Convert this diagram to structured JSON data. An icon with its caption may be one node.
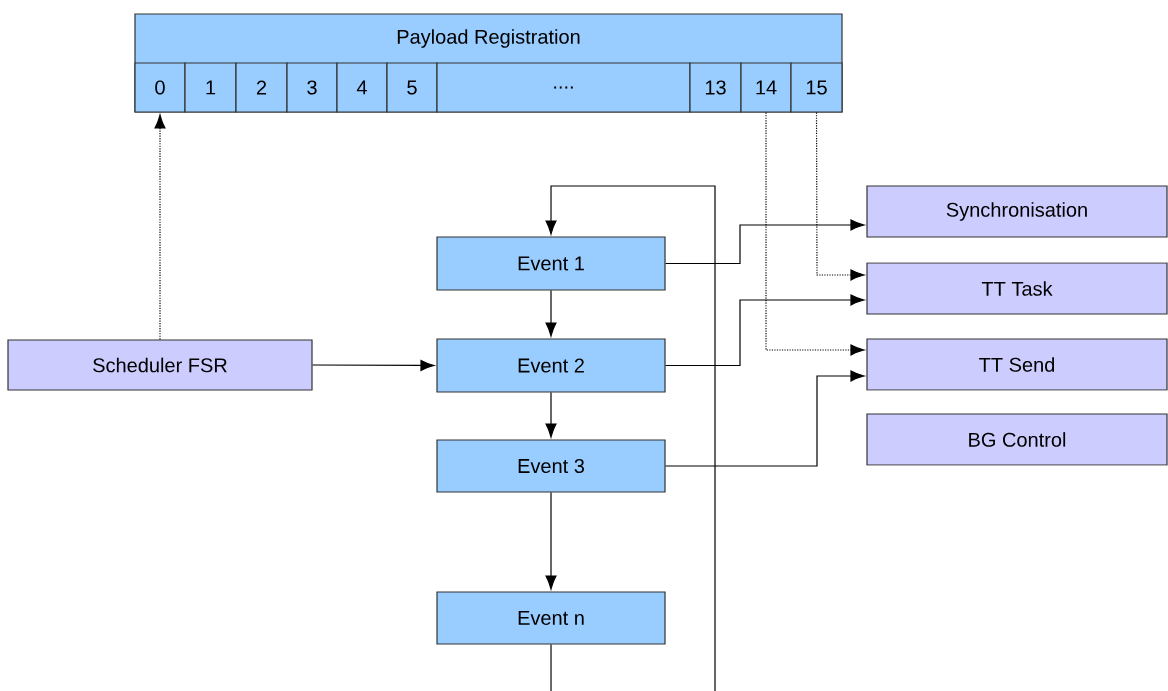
{
  "diagram": {
    "nodes": [
      {
        "text": [
          "Payload Registration"
        ]
      },
      {
        "text": [
          "0"
        ],
        "in": 0
      },
      {
        "text": [
          "1"
        ],
        "in": 0
      },
      {
        "text": [
          "2"
        ],
        "in": 0
      },
      {
        "text": [
          "3"
        ],
        "in": 0
      },
      {
        "text": [
          "4"
        ],
        "in": 0
      },
      {
        "text": [
          "5"
        ],
        "in": 0
      },
      {
        "text": [
          "...."
        ],
        "in": 0
      },
      {
        "text": [
          "13"
        ],
        "in": 0
      },
      {
        "text": [
          "14"
        ],
        "in": 0
      },
      {
        "text": [
          "15"
        ],
        "in": 0
      },
      {
        "text": [
          "Scheduler FSR"
        ]
      },
      {
        "text": [
          "Event 1"
        ]
      },
      {
        "text": [
          "Event 2"
        ]
      },
      {
        "text": [
          "Event 3"
        ]
      },
      {
        "text": [
          "Event n"
        ]
      },
      {
        "text": [
          "Synchronisation"
        ]
      },
      {
        "text": [
          "TT Task"
        ]
      },
      {
        "text": [
          "TT Send"
        ]
      },
      {
        "text": [
          "BG Control"
        ]
      }
    ],
    "edges": [
      {
        "from": 11,
        "to": 1,
        "arrow": "to",
        "style": "dashed"
      },
      {
        "from": 11,
        "to": 13,
        "arrow": "to"
      },
      {
        "from": 12,
        "to": 13,
        "arrow": "to"
      },
      {
        "from": 13,
        "to": 14,
        "arrow": "to"
      },
      {
        "from": 14,
        "to": 15,
        "arrow": "to"
      },
      {
        "from": 15,
        "to": null,
        "arrow": "none"
      },
      {
        "from": null,
        "to": 12,
        "arrow": "to"
      },
      {
        "from": 12,
        "to": 16,
        "arrow": "to"
      },
      {
        "from": 13,
        "to": 17,
        "arrow": "to"
      },
      {
        "from": 14,
        "to": 18,
        "arrow": "to"
      },
      {
        "from": 9,
        "to": 18,
        "arrow": "to",
        "style": "dashed"
      },
      {
        "from": 10,
        "to": 17,
        "arrow": "to",
        "style": "dashed"
      }
    ]
  }
}
